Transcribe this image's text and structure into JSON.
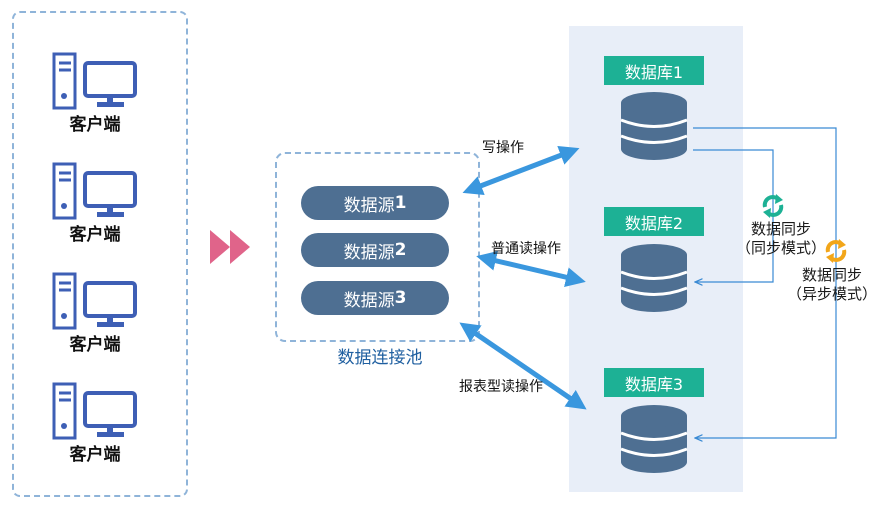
{
  "clients": [
    {
      "label": "客户端"
    },
    {
      "label": "客户端"
    },
    {
      "label": "客户端"
    },
    {
      "label": "客户端"
    }
  ],
  "pool": {
    "title": "数据连接池",
    "sources": [
      {
        "name": "数据源",
        "num": "1"
      },
      {
        "name": "数据源",
        "num": "2"
      },
      {
        "name": "数据源",
        "num": "3"
      }
    ]
  },
  "operations": {
    "write": "写操作",
    "normal_read": "普通读操作",
    "report_read": "报表型读操作"
  },
  "databases": [
    {
      "label": "数据库1"
    },
    {
      "label": "数据库2"
    },
    {
      "label": "数据库3"
    }
  ],
  "sync": {
    "sync_mode": {
      "line1": "数据同步",
      "line2": "（同步模式）"
    },
    "async_mode": {
      "line1": "数据同步",
      "line2": "（异步模式）"
    }
  },
  "colors": {
    "client_icon": "#3e5fb5",
    "dashed_border": "#8fb4d9",
    "pink_arrow": "#e0648a",
    "data_source": "#4e6f92",
    "db_tag": "#1db195",
    "db_icon": "#4e6f92",
    "db_panel": "#e8eef8",
    "op_arrow": "#3a97de",
    "sync_green": "#1db195",
    "sync_orange": "#f2a61a",
    "connector": "#3a8ad4"
  }
}
